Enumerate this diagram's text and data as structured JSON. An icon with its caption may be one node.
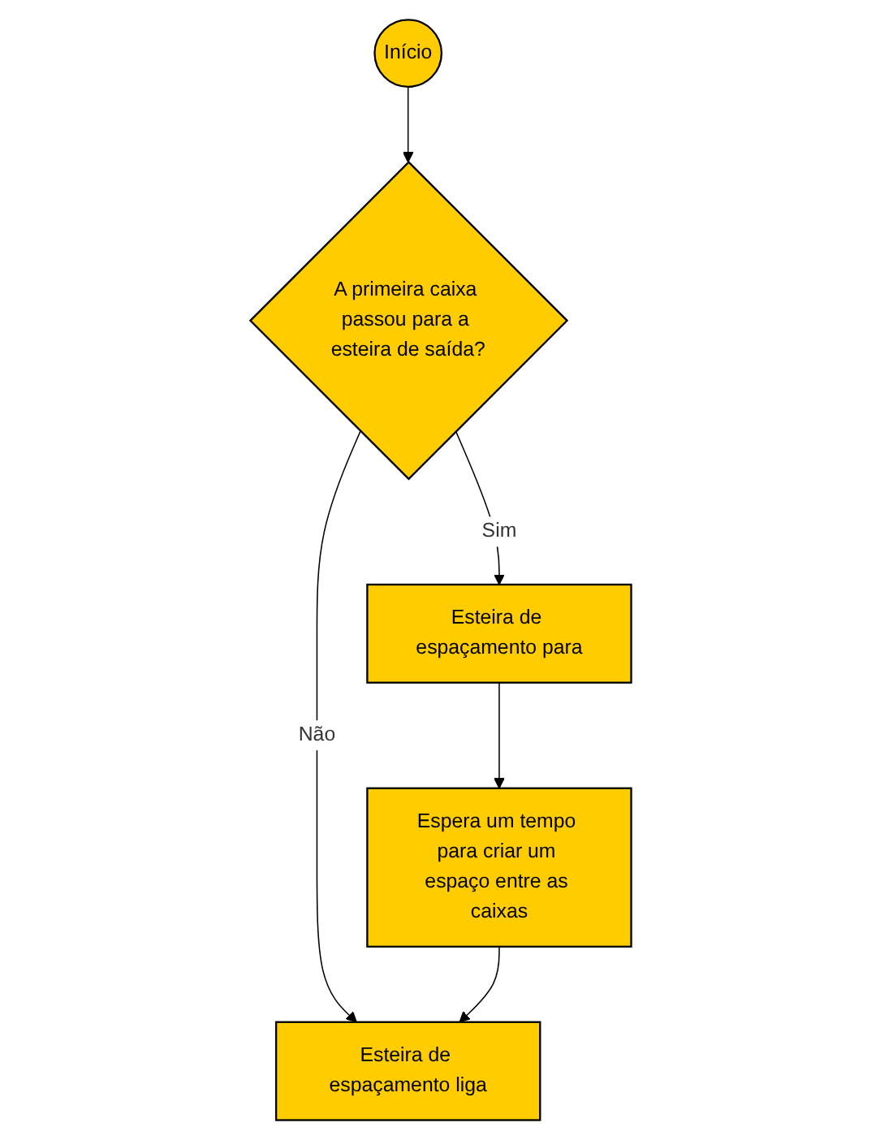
{
  "diagram": {
    "nodes": [
      {
        "text": [
          "Início"
        ]
      },
      {
        "text": [
          "A primeira caixa passou para a esteira de saída?"
        ]
      },
      {
        "text": [
          "Esteira de espaçamento liga"
        ]
      },
      {
        "text": [
          "Esteira de espaçamento para"
        ]
      },
      {
        "text": [
          "Espera um tempo para criar um espaço entre as caixas"
        ]
      }
    ],
    "edges": [
      {
        "from": 0,
        "to": 1,
        "arrow": "to"
      },
      {
        "from": 1,
        "to": 2,
        "arrow": "to",
        "label": "Não"
      },
      {
        "from": 1,
        "to": 3,
        "arrow": "to",
        "label": "Sim"
      },
      {
        "from": 3,
        "to": 4,
        "arrow": "to"
      },
      {
        "from": 4,
        "to": 2,
        "arrow": "to"
      }
    ]
  }
}
